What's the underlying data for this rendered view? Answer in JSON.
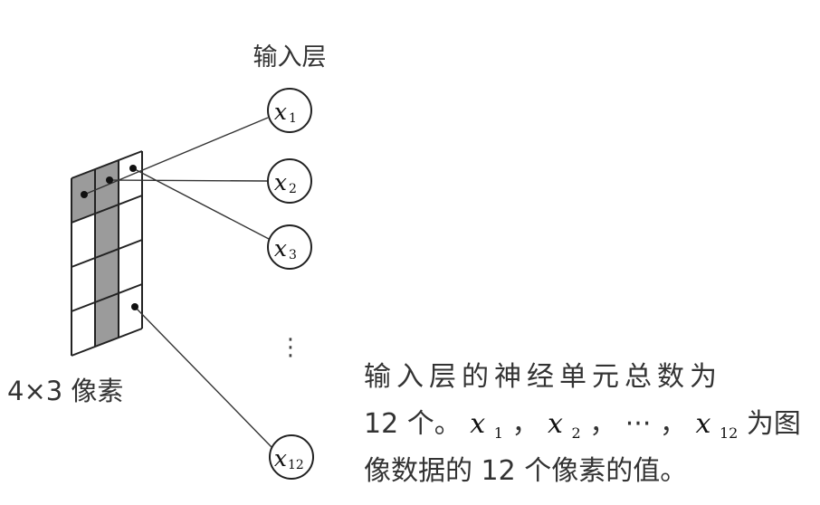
{
  "diagram": {
    "input_layer_label": "输入层",
    "pixel_grid_label": "4×3 像素",
    "vertical_ellipsis": "⋮",
    "nodes": [
      {
        "var": "x",
        "sub": "1"
      },
      {
        "var": "x",
        "sub": "2"
      },
      {
        "var": "x",
        "sub": "3"
      },
      {
        "var": "x",
        "sub": "12"
      }
    ],
    "grid": {
      "rows": 4,
      "cols": 3,
      "shaded_cells": [
        "r1c1",
        "r1c2",
        "r2c2",
        "r3c2",
        "r4c2"
      ],
      "shade_color": "#9b9b9b"
    }
  },
  "caption": {
    "line1": "输入层的神经单元总数为",
    "line2_prefix": "12 个。",
    "x1_var": "x",
    "x1_sub": "1",
    "sep1": "，",
    "x2_var": "x",
    "x2_sub": "2",
    "sep2": "，",
    "ellipsis": "···",
    "sep3": "，",
    "x12_var": "x",
    "x12_sub": "12",
    "line2_suffix": " 为图",
    "line3": "像数据的 12 个像素的值。"
  }
}
